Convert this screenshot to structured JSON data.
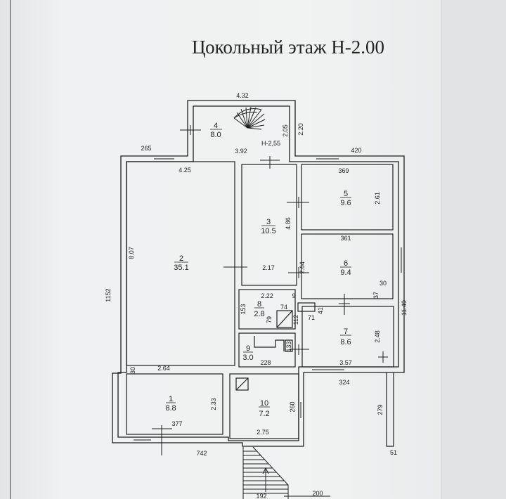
{
  "title": "Цокольный этаж Н-2.00",
  "level_mark": "Н-2,55",
  "rooms": [
    {
      "number": "1",
      "area": "8.8"
    },
    {
      "number": "2",
      "area": "35.1"
    },
    {
      "number": "3",
      "area": "10.5"
    },
    {
      "number": "4",
      "area": "8.0"
    },
    {
      "number": "5",
      "area": "9.6"
    },
    {
      "number": "6",
      "area": "9.4"
    },
    {
      "number": "7",
      "area": "8.6"
    },
    {
      "number": "8",
      "area": "2.8"
    },
    {
      "number": "9",
      "area": "3.0"
    },
    {
      "number": "10",
      "area": "7.2"
    }
  ],
  "dimensions": {
    "top_432": "4.32",
    "d_392": "3.92",
    "d_205": "2.05",
    "d_220": "2.20",
    "d_265": "265",
    "d_420": "420",
    "d_425": "4.25",
    "d_369": "369",
    "d_261": "2.61",
    "d_807": "8.07",
    "d_486": "4.86",
    "d_361": "361",
    "d_1152": "1152",
    "d_217": "2.17",
    "d_264a": "2.64",
    "d_30a": "30",
    "d_37": "37",
    "d_1149": "11.49",
    "d_222": "2.22",
    "d_153": "153",
    "d_74": "74",
    "d_79": "79",
    "d_112": "112",
    "d_41": "41",
    "d_71": "71",
    "d_248": "2.48",
    "d_133": "133",
    "d_30b": "30",
    "d_264b": "2.64",
    "d_228": "228",
    "d_357": "3.57",
    "d_324": "324",
    "d_233": "2.33",
    "d_260": "260",
    "d_279": "279",
    "d_377": "377",
    "d_275": "2.75",
    "d_742": "742",
    "d_51": "51",
    "d_200": "200",
    "d_192": "192",
    "d_9": "9"
  }
}
